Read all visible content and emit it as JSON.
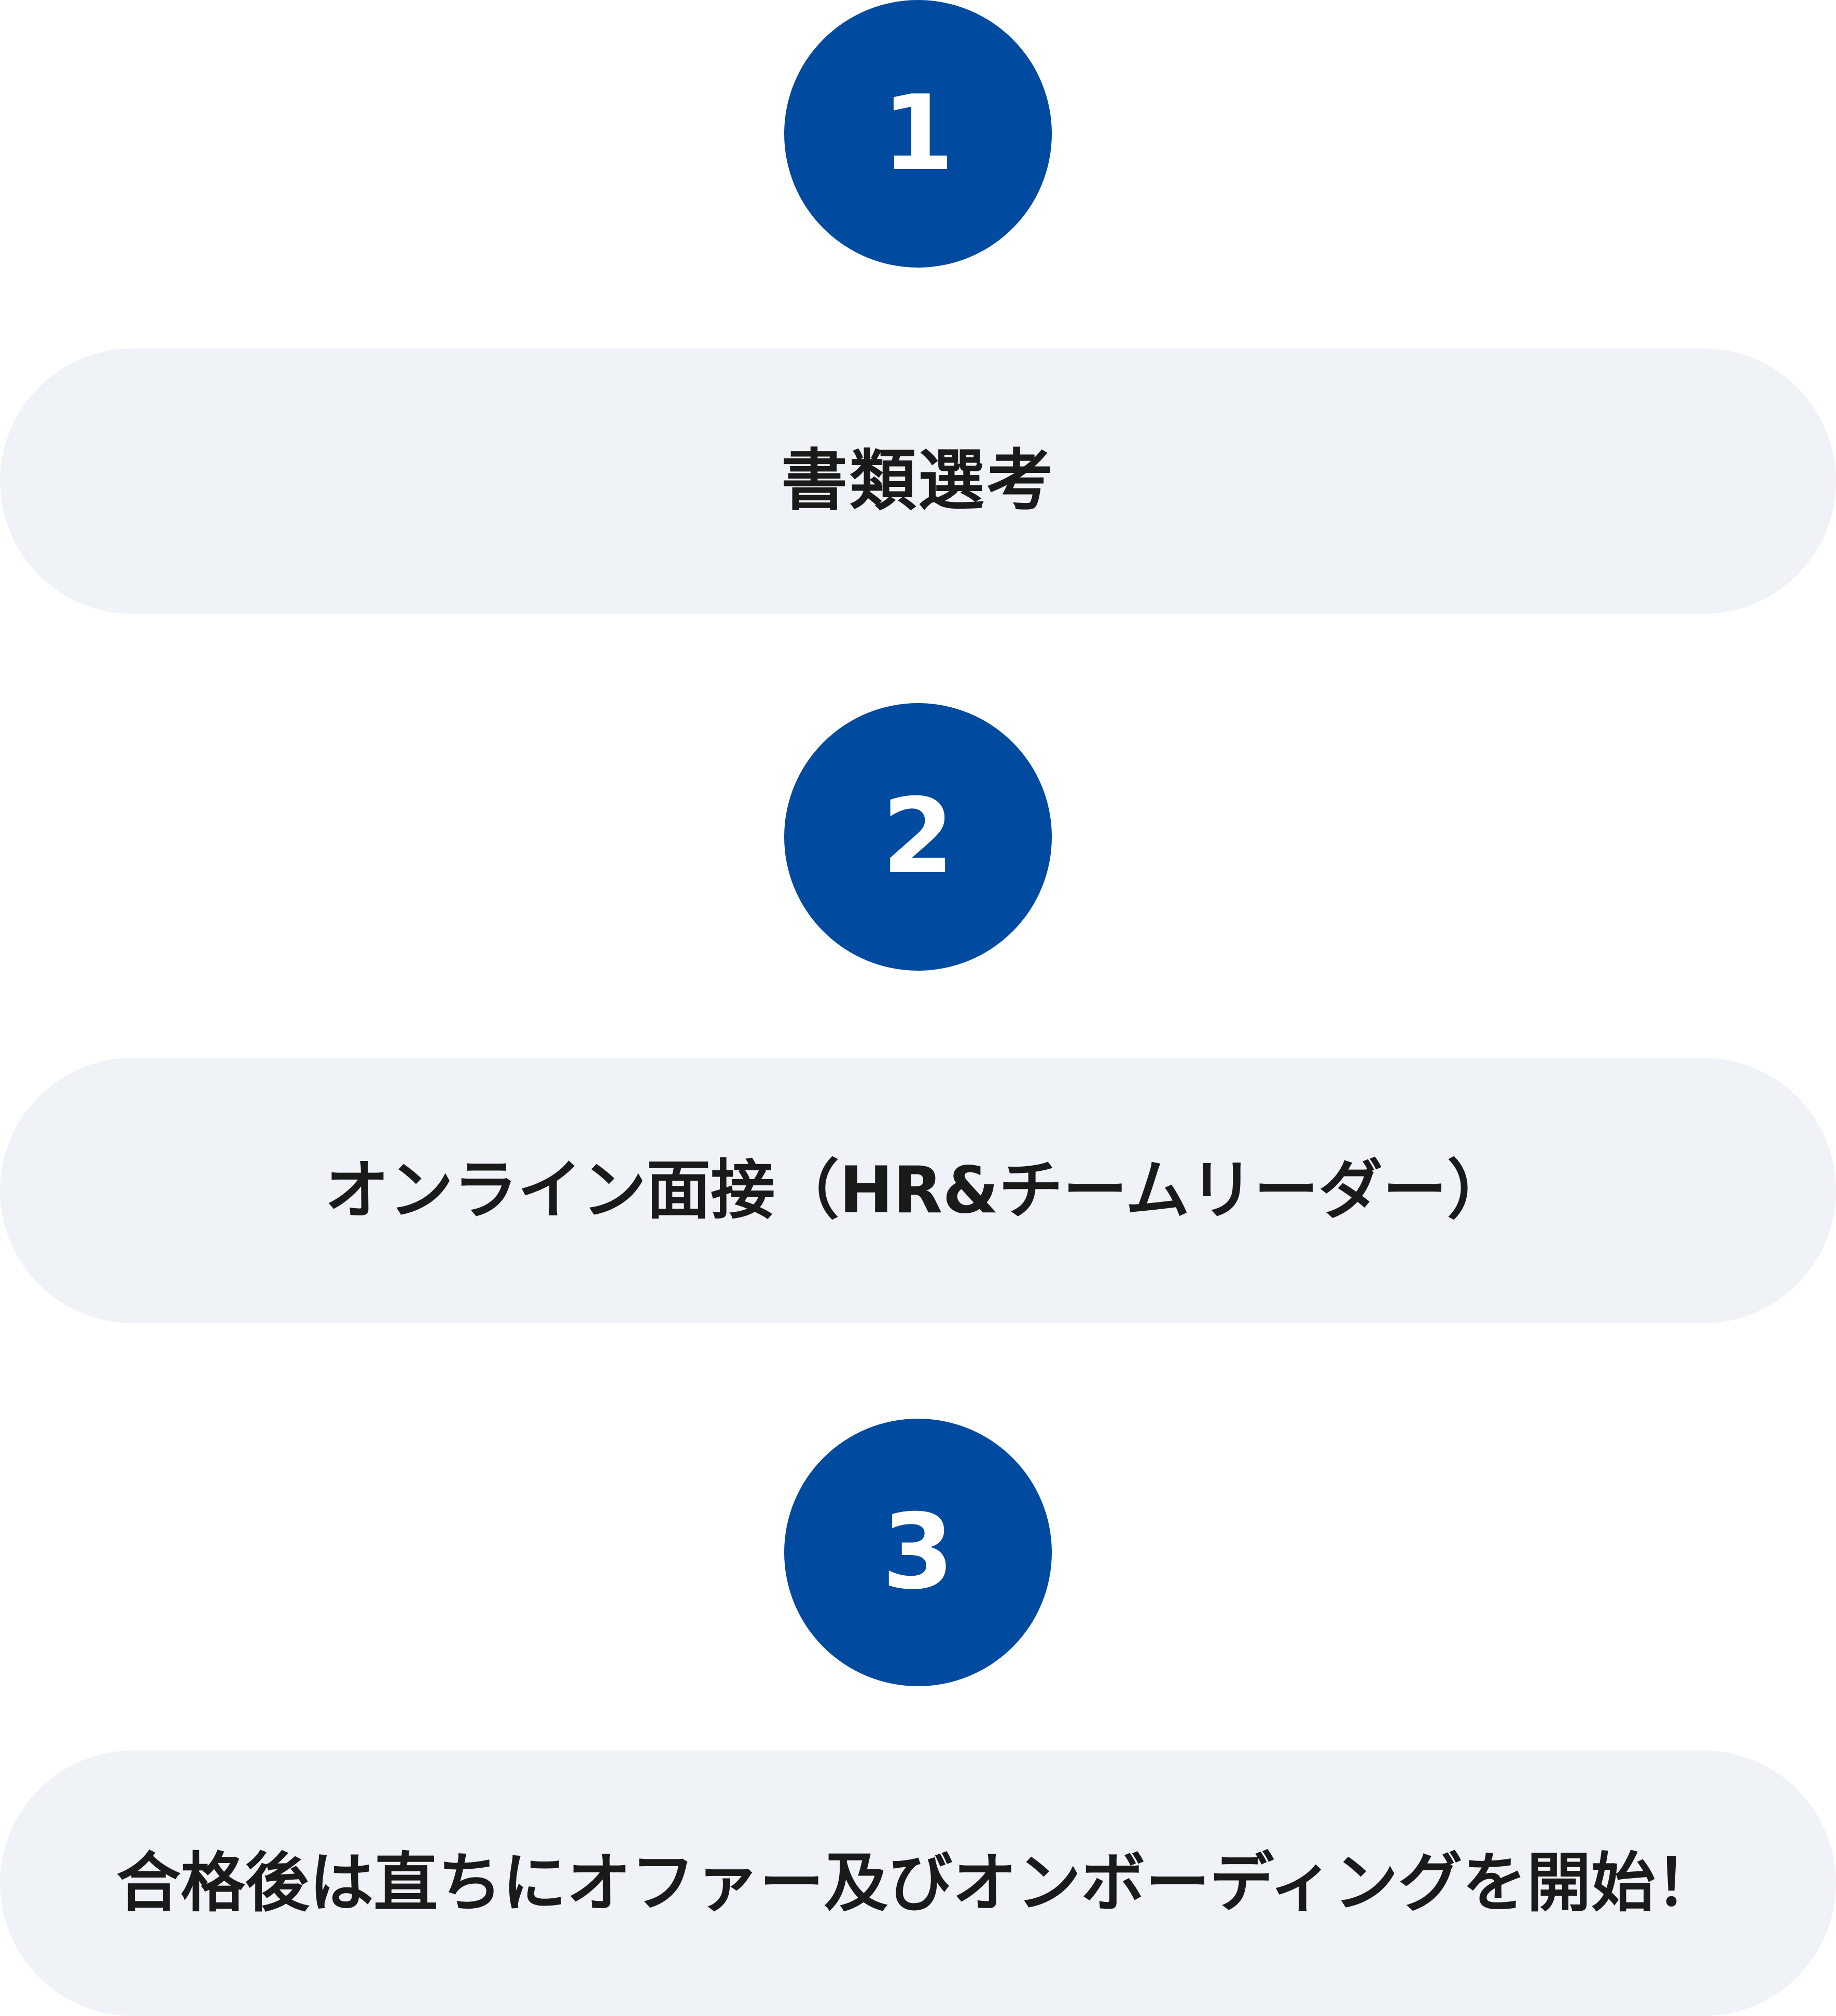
{
  "colors": {
    "accent": "#004aa0",
    "box_background": "#eff2f6",
    "box_text": "#1a1a1a",
    "number_text": "#ffffff"
  },
  "steps": [
    {
      "number": "1",
      "label": "書類選考"
    },
    {
      "number": "2",
      "label": "オンライン面接（HR&チームリーダー）"
    },
    {
      "number": "3",
      "label": "合格後は直ちにオファー及びオンボーディングを開始！"
    }
  ]
}
